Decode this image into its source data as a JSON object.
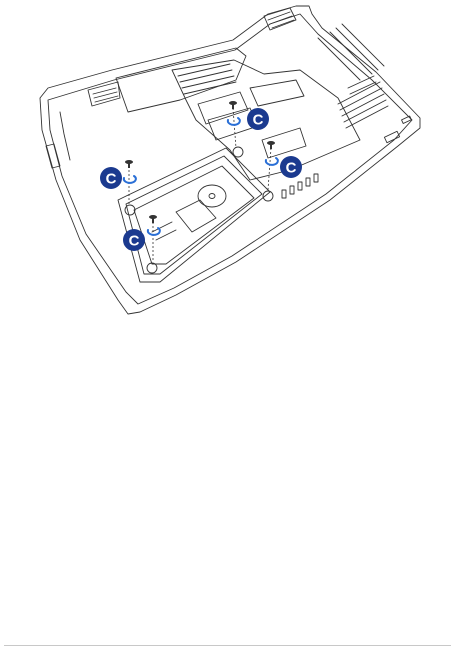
{
  "colors": {
    "line": "#333333",
    "callout": "#1b3a8f",
    "arrow": "#2a6fd6"
  },
  "callouts": [
    {
      "id": "c1",
      "letter": "C"
    },
    {
      "id": "c2",
      "letter": "C"
    },
    {
      "id": "c3",
      "letter": "C"
    },
    {
      "id": "c4",
      "letter": "C"
    }
  ]
}
